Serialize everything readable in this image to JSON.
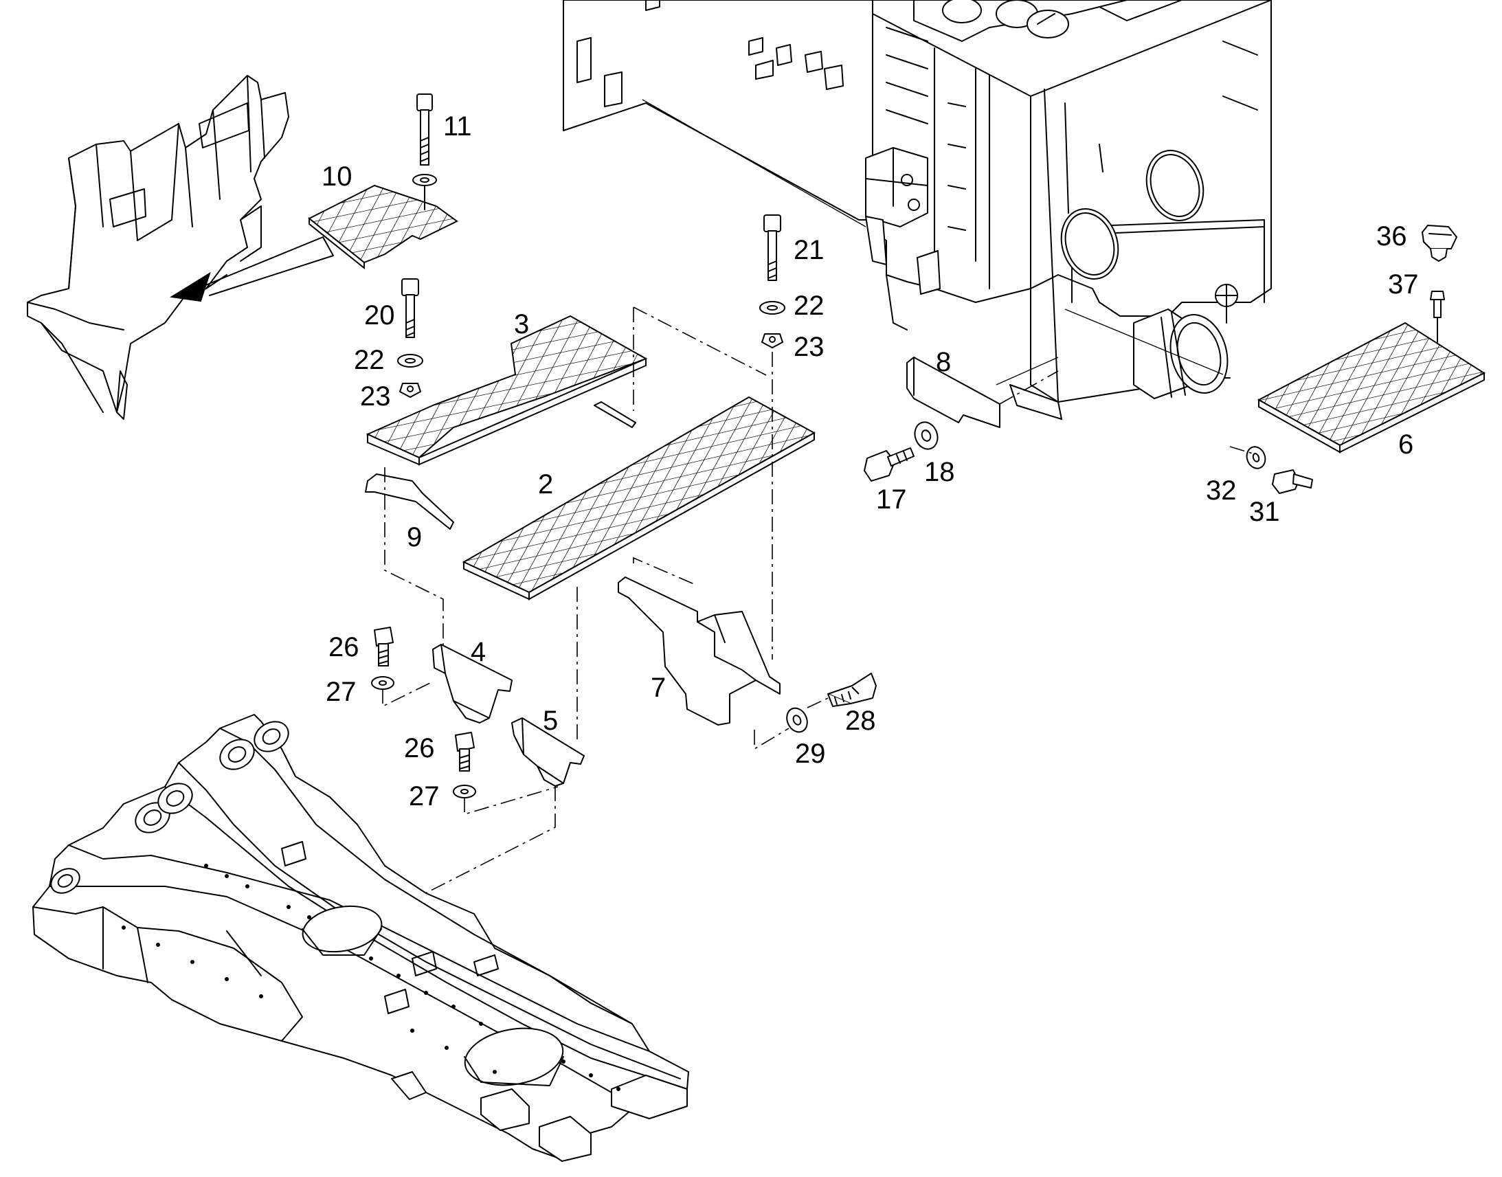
{
  "diagram": {
    "callouts": [
      {
        "id": "c2",
        "text": "2"
      },
      {
        "id": "c3",
        "text": "3"
      },
      {
        "id": "c4",
        "text": "4"
      },
      {
        "id": "c5",
        "text": "5"
      },
      {
        "id": "c6",
        "text": "6"
      },
      {
        "id": "c7",
        "text": "7"
      },
      {
        "id": "c8",
        "text": "8"
      },
      {
        "id": "c9",
        "text": "9"
      },
      {
        "id": "c10",
        "text": "10"
      },
      {
        "id": "c11",
        "text": "11"
      },
      {
        "id": "c17",
        "text": "17"
      },
      {
        "id": "c18",
        "text": "18"
      },
      {
        "id": "c20",
        "text": "20"
      },
      {
        "id": "c21",
        "text": "21"
      },
      {
        "id": "c22a",
        "text": "22"
      },
      {
        "id": "c22b",
        "text": "22"
      },
      {
        "id": "c23a",
        "text": "23"
      },
      {
        "id": "c23b",
        "text": "23"
      },
      {
        "id": "c26a",
        "text": "26"
      },
      {
        "id": "c26b",
        "text": "26"
      },
      {
        "id": "c27a",
        "text": "27"
      },
      {
        "id": "c27b",
        "text": "27"
      },
      {
        "id": "c28",
        "text": "28"
      },
      {
        "id": "c29",
        "text": "29"
      },
      {
        "id": "c31",
        "text": "31"
      },
      {
        "id": "c32",
        "text": "32"
      },
      {
        "id": "c36",
        "text": "36"
      },
      {
        "id": "c37",
        "text": "37"
      }
    ]
  }
}
